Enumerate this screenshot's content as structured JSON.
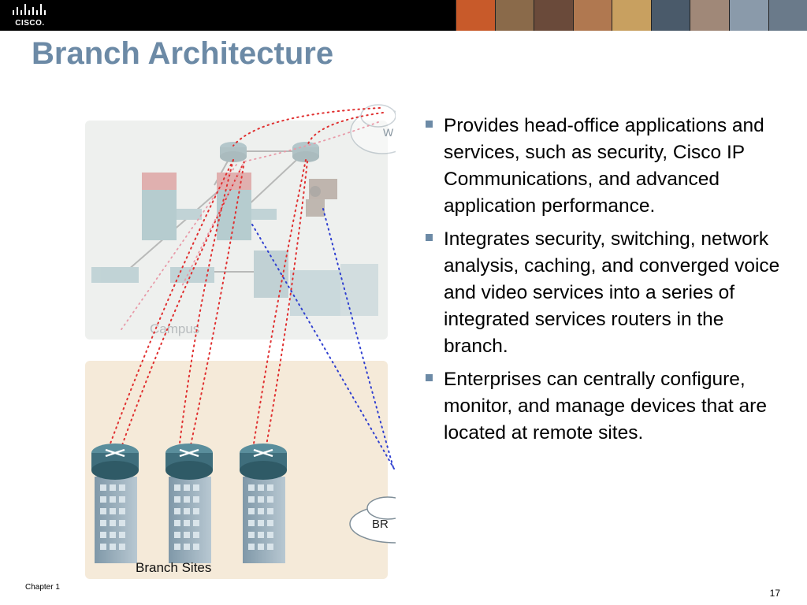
{
  "header": {
    "logo_text": "CISCO.",
    "photo_colors": [
      "#c85a2a",
      "#8a6a4a",
      "#6a4a3a",
      "#b07850",
      "#c8a060",
      "#4a5a6a",
      "#a08878",
      "#8a9aaa",
      "#6a7a8a"
    ]
  },
  "slide": {
    "title": "Branch Architecture",
    "bullets": [
      "Provides head-office applications and services, such as security, Cisco IP Communications, and advanced application performance.",
      "Integrates security, switching, network analysis, caching, and converged voice and video services into a series of integrated services routers in the branch.",
      "Enterprises can centrally configure, monitor, and manage devices that are located at remote sites."
    ]
  },
  "diagram": {
    "campus_label": "Campus",
    "branch_label": "Branch Sites",
    "wan_cloud_label": "W",
    "broadband_cloud_label": "BR",
    "colors": {
      "red_link": "#e03030",
      "blue_link": "#3040d0",
      "campus_bg": "#eef0ee",
      "branch_bg": "#f5ead9"
    }
  },
  "footer": {
    "chapter": "Chapter 1",
    "page_number": "17"
  }
}
